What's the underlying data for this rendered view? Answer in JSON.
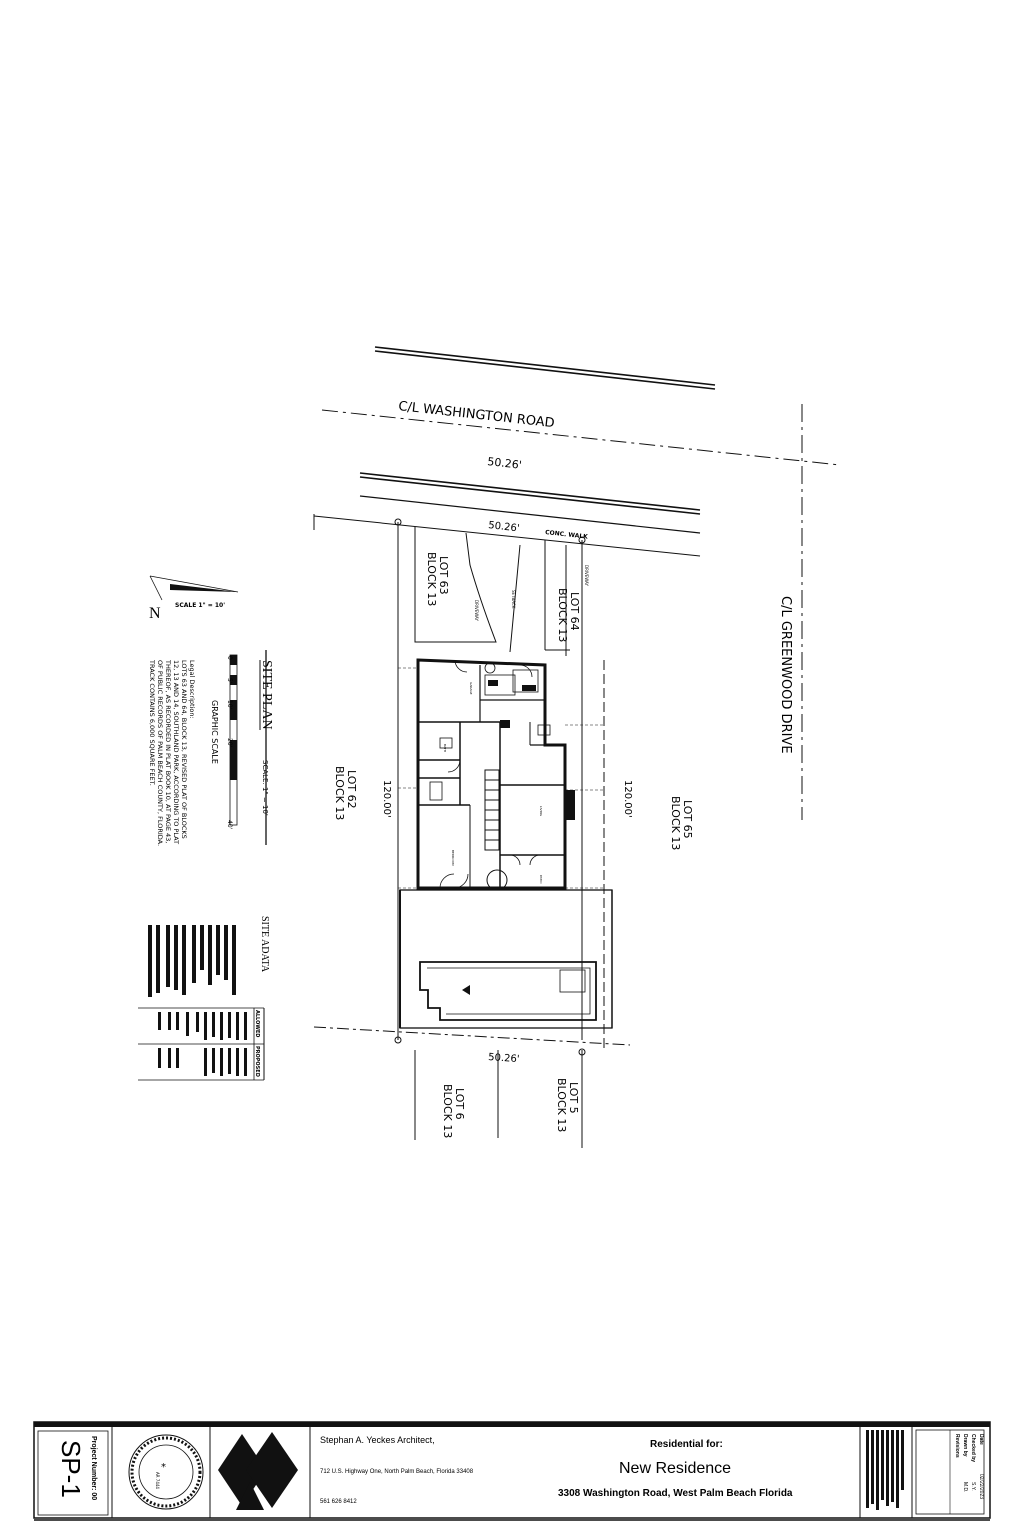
{
  "drawing": {
    "washington_road": "C/L WASHINGTON ROAD",
    "greenwood_drive": "C/L GREENWOOD DRIVE",
    "dim_top_outer": "50.26'",
    "dim_top_inner": "50.26'",
    "conc_walk": "CONC. WALK",
    "dim_bottom": "50.26'",
    "dim_left": "120.00'",
    "dim_right": "120.00'",
    "lots": {
      "lot63": "LOT 63",
      "lot63_block": "BLOCK 13",
      "lot64": "LOT 64",
      "lot64_block": "BLOCK 13",
      "lot62": "LOT 62",
      "lot62_block": "BLOCK 13",
      "lot65": "LOT 65",
      "lot65_block": "BLOCK 13",
      "lot6": "LOT 6",
      "lot6_block": "BLOCK 13",
      "lot5": "LOT 5",
      "lot5_block": "BLOCK 13"
    }
  },
  "north": {
    "letter": "N",
    "scale": "SCALE 1\" = 10'"
  },
  "site_plan": {
    "title": "SITE PLAN",
    "scale": "SCALE: 1\" = 10'",
    "graphic_scale": "GRAPHIC SCALE",
    "scale_marks": [
      "0",
      "5'",
      "10'",
      "20'",
      "40'"
    ]
  },
  "legal": {
    "heading": "Legal Description:",
    "lines": [
      "LOTS 63 AND 64, BLOCK 13, REVISED PLAT OF BLOCKS",
      "12, 13 AND 14, SOUTHLAND PARK, ACCORDING TO PLAT",
      "THEREOF, AS RECORDED IN PLAT BOOK 10, AT PAGE 43,",
      "OF PUBLIC RECORDS OF PALM BEACH COUNTY, FLORIDA.",
      "TRACK CONTAINS 6,000 SQUARE FEET."
    ]
  },
  "site_data": {
    "title": "SITE ADATA",
    "col_allowed": "ALLOWED",
    "col_proposed": "PROPOSED"
  },
  "title_block": {
    "sheet_number": "SP-1",
    "project_number": "Project Number: 00",
    "seal_number": "AR 7444",
    "architect_name": "Stephan A. Yeckes Architect,",
    "address": "712 U.S. Highway One, North Palm Beach, Florida 33408",
    "phone": "561 626 8412",
    "residential_for": "Residential for:",
    "project_name": "New Residence",
    "project_address": "3308 Washington Road, West Palm Beach  Florida",
    "date_label": "Date",
    "date_value": "02/22/2023",
    "checked_label": "Checked by",
    "checked_value": "S.Y.",
    "drawn_label": "Drawn by",
    "drawn_value": "M.D.",
    "revisions_label": "Revisions"
  }
}
